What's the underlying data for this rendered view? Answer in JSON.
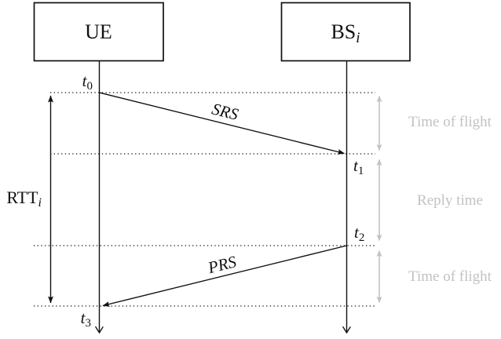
{
  "nodes": {
    "ue": {
      "label": "UE"
    },
    "bs": {
      "label": "BS",
      "sub": "i"
    }
  },
  "rtt_label": {
    "base": "RTT",
    "sub": "i"
  },
  "timestamps": {
    "t0": {
      "base": "t",
      "sub": "0"
    },
    "t1": {
      "base": "t",
      "sub": "1"
    },
    "t2": {
      "base": "t",
      "sub": "2"
    },
    "t3": {
      "base": "t",
      "sub": "3"
    }
  },
  "messages": {
    "srs": {
      "label": "SRS"
    },
    "prs": {
      "label": "PRS"
    }
  },
  "annotations": {
    "tof_top": "Time of flight",
    "reply": "Reply time",
    "tof_bottom": "Time of flight"
  },
  "colors": {
    "ink": "#111111",
    "muted": "#c2c2c2",
    "background": "#ffffff"
  }
}
